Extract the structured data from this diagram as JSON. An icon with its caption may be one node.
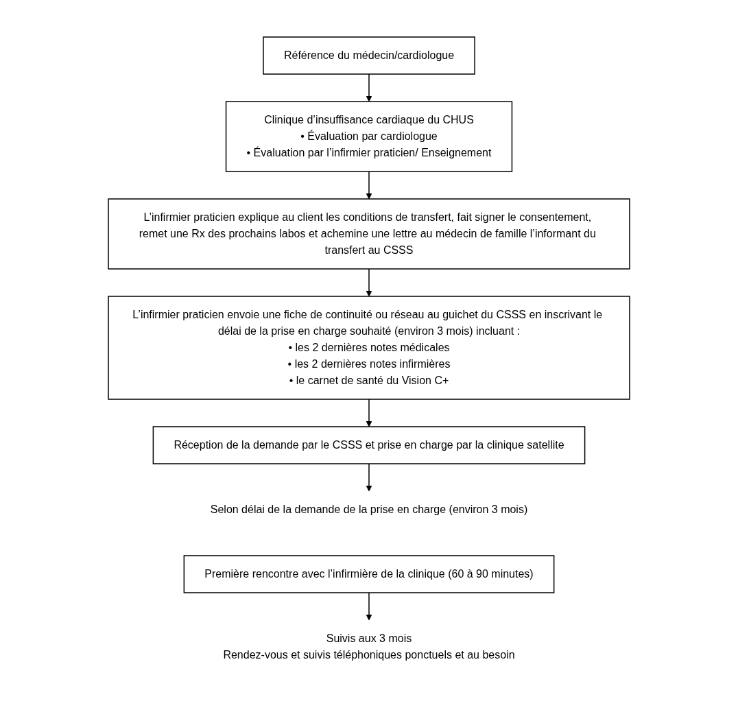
{
  "diagram": {
    "nodes": [
      {
        "text": [
          "Référence du médecin/cardiologue"
        ]
      },
      {
        "text": [
          "Clinique d’insuffisance cardiaque du CHUS",
          "• Évaluation par cardiologue",
          "• Évaluation par l’infirmier praticien/ Enseignement"
        ]
      },
      {
        "text": [
          "L’infirmier praticien explique au client les conditions de transfert, fait signer le consentement, remet une Rx des prochains labos et achemine une lettre au médecin de famille l’informant du transfert au CSSS"
        ]
      },
      {
        "text": [
          "L’infirmier praticien envoie une fiche de continuité ou réseau au guichet du CSSS en inscrivant le délai de la prise en charge souhaité (environ 3 mois) incluant :",
          "• les 2 dernières notes médicales",
          "• les 2 dernières notes infirmières",
          "• le carnet de santé du Vision C+"
        ]
      },
      {
        "text": [
          "Réception de la demande par le CSSS et prise en charge par la clinique satellite"
        ]
      },
      {
        "text": [
          "Selon délai de la demande de la prise en charge (environ 3 mois)"
        ]
      },
      {
        "text": [
          "Première rencontre avec l’infirmière de la clinique (60 à 90 minutes)"
        ]
      },
      {
        "text": [
          "Suivis aux 3 mois",
          "Rendez-vous et suivis téléphoniques ponctuels et au besoin"
        ]
      }
    ],
    "edges": [
      {
        "from": 0,
        "to": 1,
        "arrow": "to"
      },
      {
        "from": 1,
        "to": 2,
        "arrow": "to"
      },
      {
        "from": 2,
        "to": 3,
        "arrow": "to"
      },
      {
        "from": 3,
        "to": 4,
        "arrow": "to"
      },
      {
        "from": 4,
        "to": 5,
        "arrow": "to"
      },
      {
        "from": 6,
        "to": 7,
        "arrow": "to"
      }
    ]
  }
}
